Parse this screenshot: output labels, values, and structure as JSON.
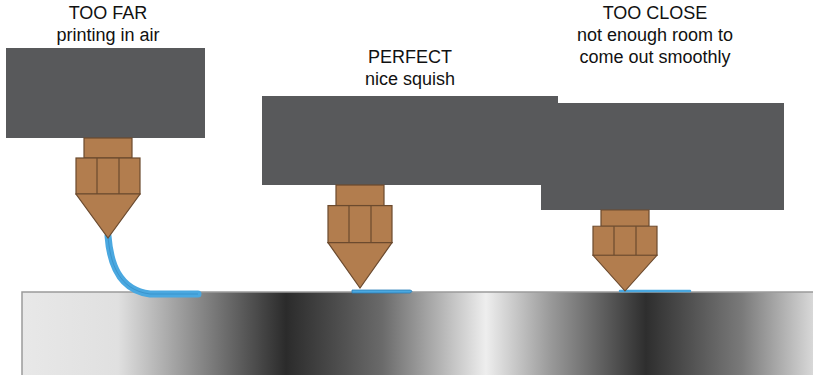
{
  "diagram": {
    "labels": [
      "TOO FAR",
      "printing in air",
      "PERFECT",
      "nice squish",
      "TOO CLOSE",
      "not enough room to come out smoothly"
    ]
  }
}
